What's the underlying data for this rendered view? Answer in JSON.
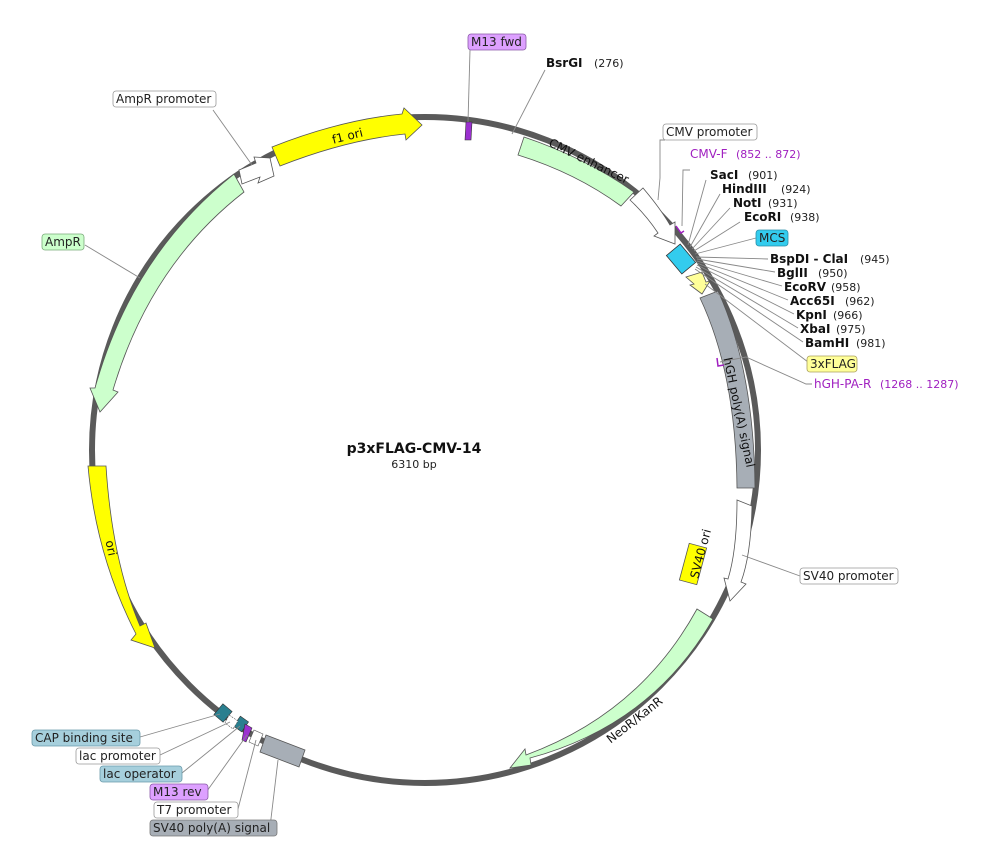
{
  "plasmid": {
    "name": "p3xFLAG-CMV-14",
    "size": "6310 bp"
  },
  "features": {
    "f1_ori": "f1 ori",
    "cmv_enhancer": "CMV enhancer",
    "hgh_polya": "hGH poly(A) signal",
    "sv40_ori": "SV40 ori",
    "neo_kanr": "NeoR/KanR",
    "ori": "ori"
  },
  "labels": {
    "m13_fwd": "M13 fwd",
    "ampr_promoter": "AmpR promoter",
    "cmv_promoter": "CMV promoter",
    "ampr": "AmpR",
    "mcs": "MCS",
    "flag": "3xFLAG",
    "sv40_promoter": "SV40 promoter",
    "cap_site": "CAP binding site",
    "lac_promoter": "lac promoter",
    "lac_operator": "lac operator",
    "m13_rev": "M13 rev",
    "t7_promoter": "T7 promoter",
    "sv40_polya": "SV40 poly(A) signal"
  },
  "primers": {
    "cmv_f": {
      "name": "CMV-F",
      "pos": "(852 .. 872)"
    },
    "hgh_pa_r": {
      "name": "hGH-PA-R",
      "pos": "(1268 .. 1287)"
    }
  },
  "sites": [
    {
      "name": "BsrGI",
      "pos": "(276)"
    },
    {
      "name": "SacI",
      "pos": "(901)"
    },
    {
      "name": "HindIII",
      "pos": "(924)"
    },
    {
      "name": "NotI",
      "pos": "(931)"
    },
    {
      "name": "EcoRI",
      "pos": "(938)"
    },
    {
      "name": "BspDI - ClaI",
      "pos": "(945)"
    },
    {
      "name": "BglII",
      "pos": "(950)"
    },
    {
      "name": "EcoRV",
      "pos": "(958)"
    },
    {
      "name": "Acc65I",
      "pos": "(962)"
    },
    {
      "name": "KpnI",
      "pos": "(966)"
    },
    {
      "name": "XbaI",
      "pos": "(975)"
    },
    {
      "name": "BamHI",
      "pos": "(981)"
    }
  ],
  "colors": {
    "backbone": "#5a5a5a",
    "yellow": "#ffff00",
    "green": "#ccffcc",
    "gray": "#a7aeb6",
    "mcs": "#33ccee",
    "lavender": "#dda0ff",
    "teal": "#2a7f8f",
    "cap": "#a6cfdc",
    "flag": "#ffff99"
  }
}
